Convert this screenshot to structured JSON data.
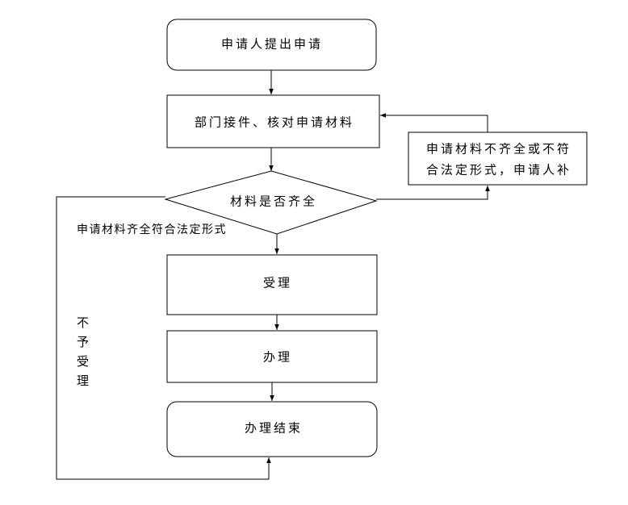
{
  "nodes": {
    "start": "申请人提出申请",
    "receive": "部门接件、核对申请材料",
    "decision": "材料是否齐全",
    "supplement_line1": "申请材料不齐全或不符",
    "supplement_line2": "合法定形式，申请人补",
    "accept": "受理",
    "process": "办理",
    "end": "办理结束"
  },
  "labels": {
    "complete": "申请材料齐全符合法定形式",
    "reject": "不予受理"
  }
}
